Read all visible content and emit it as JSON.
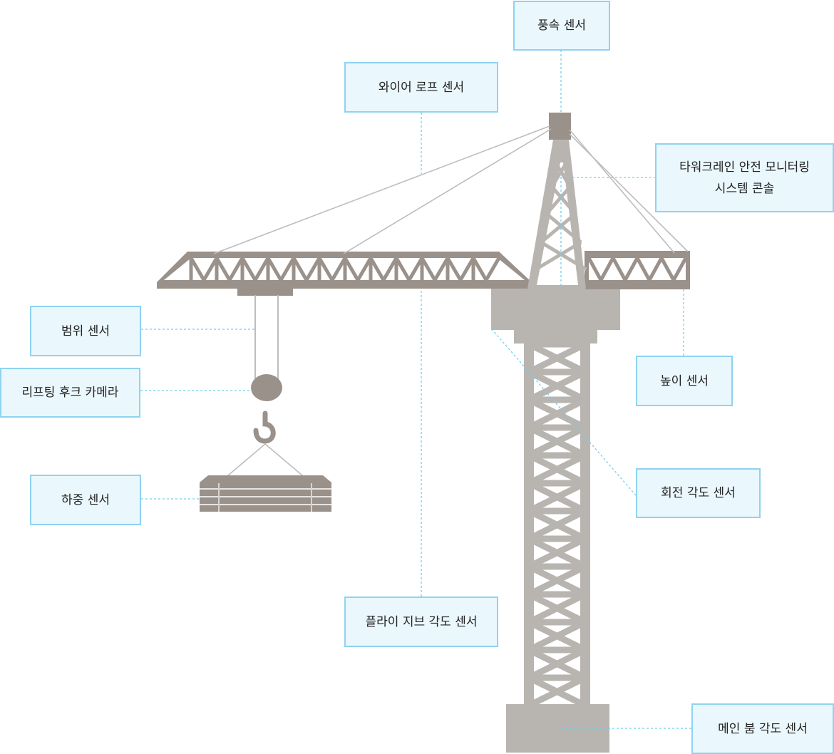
{
  "colors": {
    "jib": "#9a918b",
    "tower": "#b8b5b1",
    "cable": "#bdbdbd",
    "leader_line": "#6fd0ee",
    "callout_border": "#8fd3f0",
    "callout_fill": "#eaf7fd"
  },
  "labels": {
    "wind_sensor": "풍속 센서",
    "wire_rope_sensor": "와이어 로프 센서",
    "console_line1": "타워크레인 안전 모니터링",
    "console_line2": "시스템 콘솔",
    "radius_sensor": "범위 센서",
    "lifting_hook_camera": "리프팅 후크 카메라",
    "height_sensor": "높이 센서",
    "load_sensor": "하중 센서",
    "slewing_angle_sensor": "회전 각도 센서",
    "fly_jib_angle_sensor": "플라이 지브 각도 센서",
    "main_boom_angle_sensor": "메인 붐 각도 센서"
  }
}
